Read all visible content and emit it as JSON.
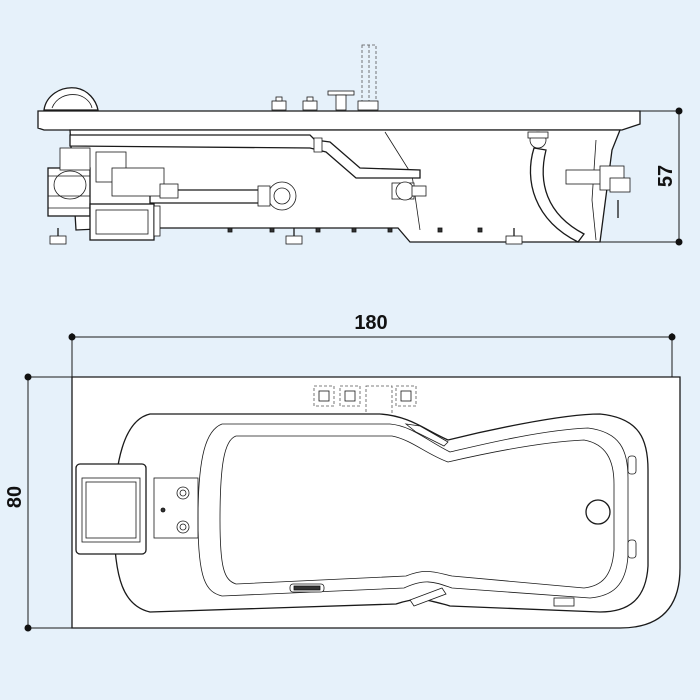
{
  "dimensions": {
    "length": "180",
    "width": "80",
    "height": "57"
  },
  "colors": {
    "background": "#e6f1fa",
    "line": "#1a1a1a",
    "fill": "#ffffff"
  },
  "views": [
    "side-elevation",
    "top-plan"
  ]
}
